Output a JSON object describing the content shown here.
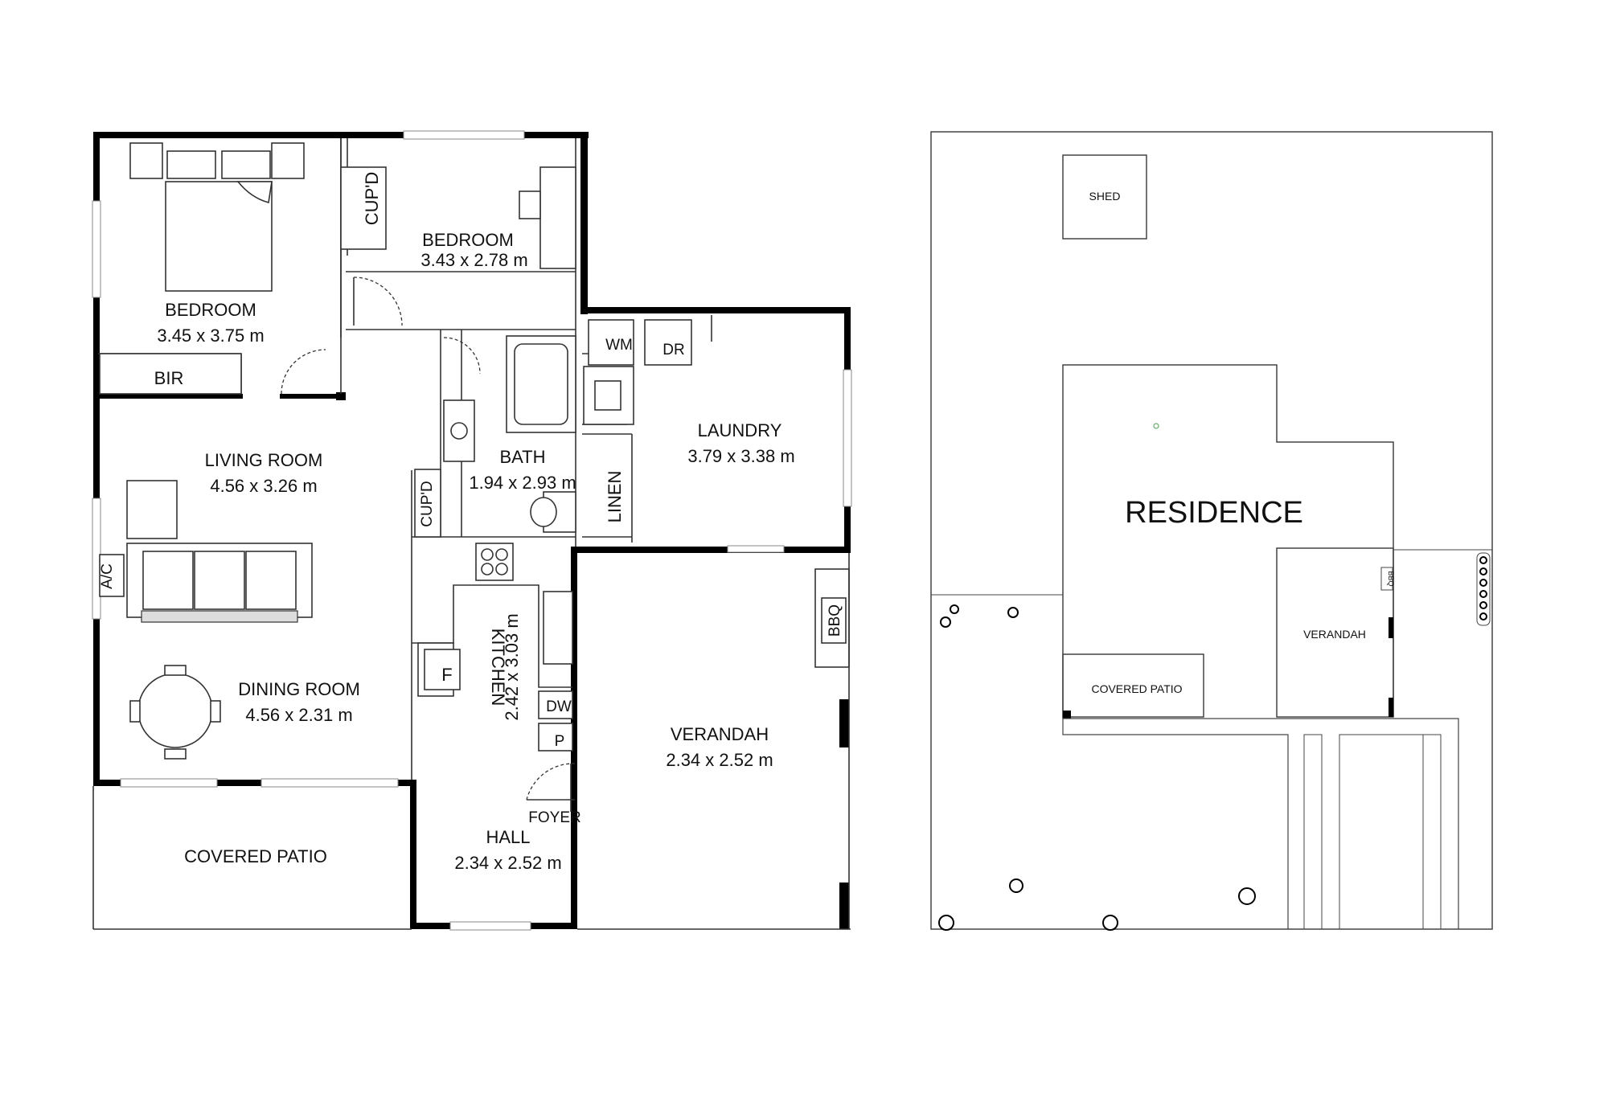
{
  "floor_plan": {
    "rooms": {
      "bedroom_main": {
        "name": "BEDROOM",
        "dims": "3.45 x 3.75 m"
      },
      "bedroom_2": {
        "name": "BEDROOM",
        "dims": "3.43 x 2.78 m"
      },
      "living": {
        "name": "LIVING ROOM",
        "dims": "4.56 x 3.26 m"
      },
      "dining": {
        "name": "DINING ROOM",
        "dims": "4.56 x 2.31 m"
      },
      "bath": {
        "name": "BATH",
        "dims": "1.94 x 2.93 m"
      },
      "laundry": {
        "name": "LAUNDRY",
        "dims": "3.79 x 3.38 m"
      },
      "kitchen": {
        "name": "KITCHEN",
        "dims": "2.42 x 3.03 m"
      },
      "verandah": {
        "name": "VERANDAH",
        "dims": "2.34 x 2.52 m"
      },
      "hall": {
        "name": "HALL",
        "dims": "2.34 x 2.52 m"
      },
      "covered_patio": {
        "name": "COVERED PATIO"
      }
    },
    "labels": {
      "cupd_bedroom": "CUP'D",
      "cupd_bath": "CUP'D",
      "bir": "BIR",
      "ac": "A/C",
      "wm": "WM",
      "dr": "DR",
      "linen": "LINEN",
      "fridge": "F",
      "dw": "DW",
      "pantry": "P",
      "foyer": "FOYER",
      "bbq": "BBQ"
    }
  },
  "site_plan": {
    "residence": "RESIDENCE",
    "shed": "SHED",
    "verandah": "VERANDAH",
    "covered_patio": "COVERED PATIO",
    "bbq": "BBQ"
  }
}
